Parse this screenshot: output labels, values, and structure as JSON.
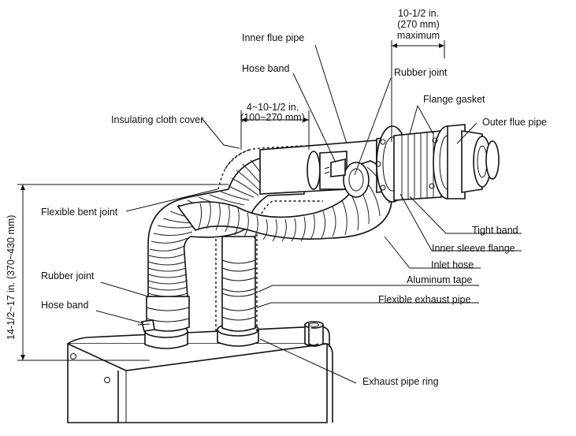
{
  "labels": {
    "dim_top_1": "10-1/2 in.",
    "dim_top_2": "(270 mm)",
    "dim_top_3": "maximum",
    "inner_flue_pipe": "Inner flue pipe",
    "rubber_joint_top": "Rubber joint",
    "hose_band_top": "Hose band",
    "flange_gasket": "Flange gasket",
    "dim_mid_1": "4~10-1/2 in.",
    "dim_mid_2": "(100~270 mm)",
    "insulating_cloth_cover": "Insulating cloth cover",
    "outer_flue_pipe": "Outer flue pipe",
    "flexible_bent_joint": "Flexible bent joint",
    "tight_band": "Tight band",
    "inner_sleeve_flange": "Inner sleeve flange",
    "inlet_hose": "Inlet hose",
    "rubber_joint_left": "Rubber joint",
    "aluminum_tape": "Aluminum tape",
    "hose_band_left": "Hose band",
    "flexible_exhaust_pipe": "Flexible exhaust pipe",
    "exhaust_pipe_ring": "Exhaust pipe ring",
    "vertical_dim": "14-1/2~17 in. (370~430 mm)"
  }
}
